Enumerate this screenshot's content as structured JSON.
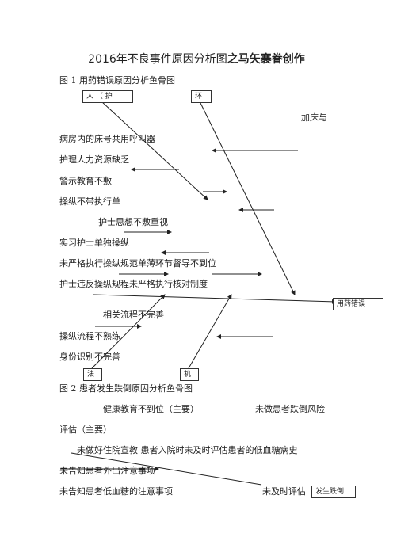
{
  "title": {
    "plain": "2016年不良事件原因分析图",
    "bold": "之马矢褰眷创作"
  },
  "figure1": {
    "caption": "图 1  用药错误原因分析鱼骨图",
    "box_people": "人 （ 护",
    "box_env": "环",
    "box_effect": "用药错误",
    "box_law": "法",
    "box_machine": "机",
    "lines": [
      "加床与",
      "病房内的床号共用呼叫器",
      "护理人力资源缺乏",
      "警示教育不敷",
      "操纵不带执行单",
      "护士思想不敷重视",
      "实习护士单独操纵",
      "未严格执行操纵规范单薄环节督导不到位",
      "护士违反操纵规程未严格执行核对制度",
      "相关流程不完善",
      "操纵流程不熟练",
      "身份识别不完善"
    ]
  },
  "figure2": {
    "caption": "图 2  患者发生跌倒原因分析鱼骨图",
    "line1_left": "健康教育不到位（主要）",
    "line1_right": "未做患者跌倒风险",
    "line2": "评估（主要）",
    "line3": "未做好住院宣教  患者入院时未及时评估患者的低血糖病史",
    "line4": "未告知患者外出注意事项",
    "line5_left": "未告知患者低血糖的注意事项",
    "line5_right": "未及时评估",
    "box_effect": "发生跌倒"
  }
}
